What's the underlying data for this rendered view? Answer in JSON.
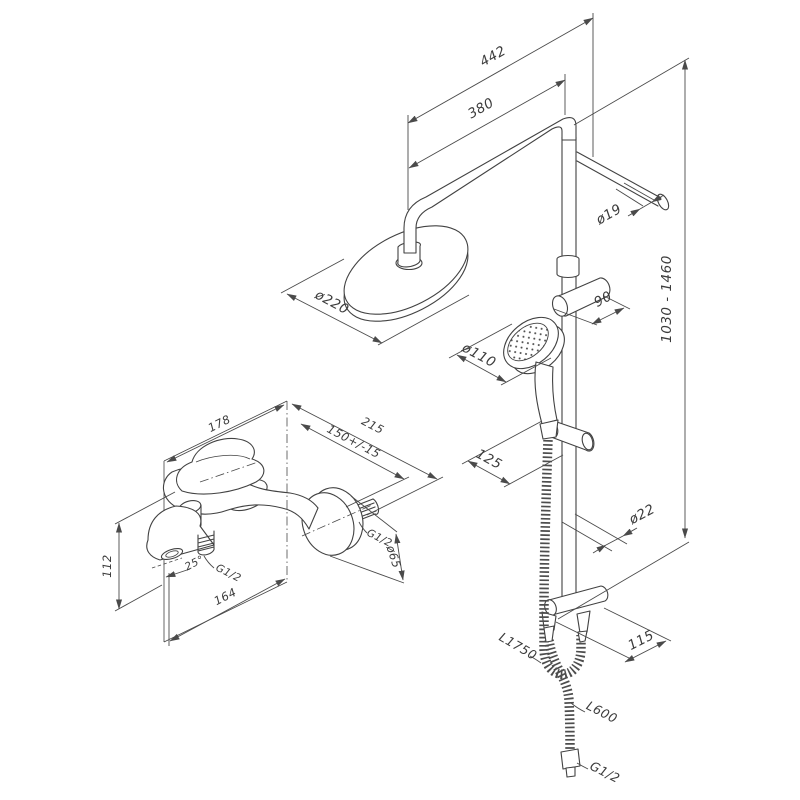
{
  "drawing": {
    "type": "technical-dimension-drawing",
    "subject": "shower-system-with-rain-head-hand-shower-and-bath-mixer",
    "colors": {
      "line": "#424242",
      "background": "#ffffff",
      "text": "#3c3c3c"
    },
    "labels": {
      "arm_reach_wall": "442",
      "arm_reach": "380",
      "pipe_diameter": "ø19",
      "column_height_range": "1030 - 1460",
      "rain_head_diameter": "ø220",
      "wall_bracket_offset": "90",
      "hand_shower_diameter": "ø110",
      "hand_shower_offset": "125",
      "rail_diameter": "ø22",
      "hose_offset": "115",
      "shower_hose_length": "L1750",
      "supply_hose_length": "L600",
      "supply_hose_thread": "G1/2",
      "mixer_width_top": "178",
      "mixer_depth": "215",
      "mixer_connection_centers": "150+/-15",
      "mixer_height": "112",
      "mixer_width_bottom": "164",
      "spout_angle": "25°",
      "spout_outlet_thread": "G1/2",
      "wall_connection_thread": "G1/2",
      "escutcheon_diameter": "ø65"
    }
  }
}
